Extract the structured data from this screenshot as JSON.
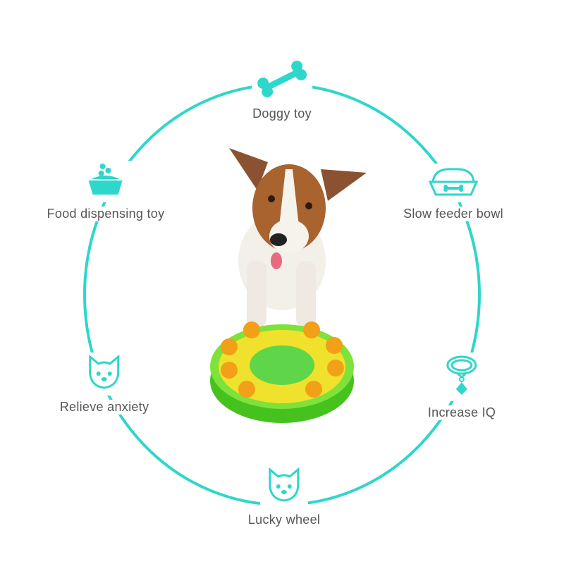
{
  "accent_color": "#2fd6cb",
  "features": [
    {
      "label": "Doggy toy",
      "icon": "bone-icon"
    },
    {
      "label": "Slow feeder bowl",
      "icon": "bowl-with-bone-icon"
    },
    {
      "label": "Increase IQ",
      "icon": "collar-tag-icon"
    },
    {
      "label": "Lucky wheel",
      "icon": "shiba-face-icon"
    },
    {
      "label": "Relieve anxiety",
      "icon": "shiba-face-icon"
    },
    {
      "label": "Food dispensing toy",
      "icon": "food-bowl-icon"
    }
  ]
}
